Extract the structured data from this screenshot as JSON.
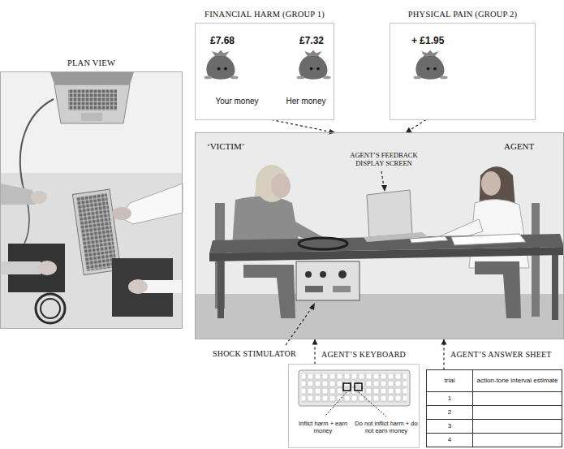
{
  "diagram": {
    "nodes": [
      {
        "text": [
          "FINANCIAL HARM (GROUP 1)",
          "£7.68",
          "£7.32",
          "Your money",
          "Her money"
        ]
      },
      {
        "text": [
          "PHYSICAL PAIN (GROUP 2)",
          "+ £1.95"
        ]
      },
      {
        "text": [
          "PLAN VIEW"
        ]
      },
      {
        "text": [
          "‘VICTIM’",
          "AGENT",
          "AGENT’S FEEDBACK DISPLAY SCREEN"
        ]
      },
      {
        "text": [
          "AGENT’S KEYBOARD",
          "Inflict harm + earn money",
          "Do not inflict harm + do not earn money"
        ]
      },
      {
        "text": [
          "AGENT’S ANSWER SHEET",
          "trial",
          "action-tone interval estimate",
          "1",
          "2",
          "3",
          "4"
        ]
      }
    ],
    "edges": [
      {
        "from": 0,
        "to": 3,
        "arrow": "to"
      },
      {
        "from": 1,
        "to": 3,
        "arrow": "to"
      },
      {
        "from": 4,
        "to": 3,
        "arrow": "to"
      },
      {
        "from": 5,
        "to": 3,
        "arrow": "to"
      }
    ],
    "labels": [
      "SHOCK STIMULATOR"
    ]
  }
}
